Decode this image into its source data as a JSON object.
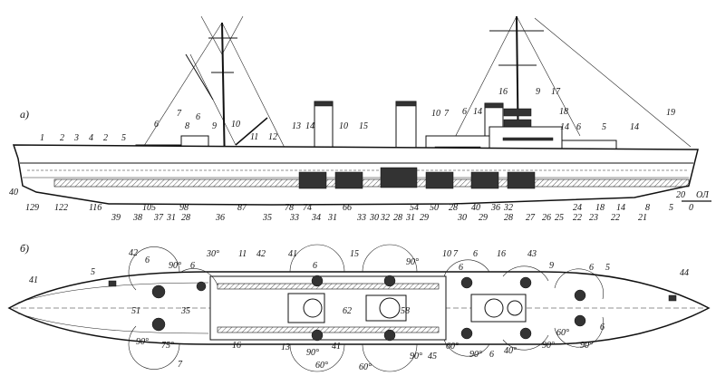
{
  "figure": {
    "side_view": {
      "panel_label": "а)",
      "upper_labels": [
        "1",
        "2",
        "3",
        "4",
        "2",
        "5",
        "6",
        "7",
        "6",
        "8",
        "9",
        "10",
        "11",
        "12",
        "13",
        "14",
        "10",
        "15",
        "10",
        "7",
        "6",
        "14",
        "16",
        "9",
        "17",
        "18",
        "14",
        "6",
        "5",
        "14",
        "19"
      ],
      "lower_labels": [
        "40",
        "129",
        "122",
        "116",
        "39",
        "105",
        "38",
        "37",
        "31",
        "28",
        "98",
        "36",
        "87",
        "35",
        "78",
        "33",
        "74",
        "34",
        "31",
        "66",
        "33",
        "30",
        "32",
        "28",
        "31",
        "29",
        "54",
        "50",
        "28",
        "30",
        "40",
        "29",
        "36",
        "32",
        "28",
        "27",
        "26",
        "25",
        "24",
        "23",
        "22",
        "22",
        "21",
        "20",
        "18",
        "14",
        "8",
        "5",
        "0",
        "ОЛ"
      ]
    },
    "plan_view": {
      "panel_label": "б)",
      "labels": [
        "5",
        "42",
        "6",
        "90°",
        "6",
        "30°",
        "11",
        "42",
        "41",
        "15",
        "6",
        "90°",
        "10",
        "7",
        "6",
        "6",
        "16",
        "9",
        "43",
        "6",
        "5",
        "44",
        "41",
        "51",
        "35",
        "62",
        "58",
        "90°",
        "75°",
        "7",
        "16",
        "13",
        "90°",
        "41",
        "60°",
        "60°",
        "90°",
        "45",
        "60°",
        "90°",
        "6",
        "40°",
        "90°",
        "60°",
        "90°",
        "6"
      ]
    }
  }
}
